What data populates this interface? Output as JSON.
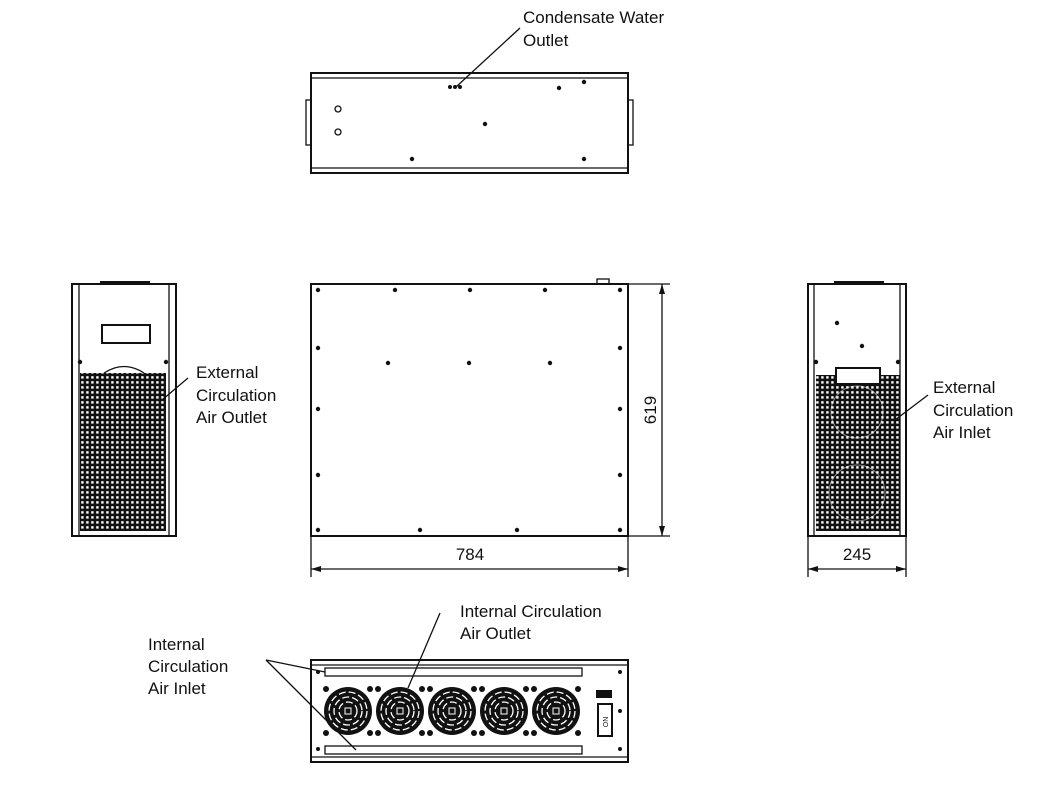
{
  "labels": {
    "condensate": [
      "Condensate    Water",
      "Outlet"
    ],
    "ext_outlet": [
      "External",
      "Circulation",
      "Air Outlet"
    ],
    "ext_inlet": [
      "External",
      "Circulation",
      "Air Inlet"
    ],
    "int_outlet": [
      "Internal    Circulation",
      "Air Outlet"
    ],
    "int_inlet": [
      "Internal",
      "Circulation",
      "Air Inlet"
    ]
  },
  "dimensions": {
    "width": "784",
    "height": "619",
    "depth": "245"
  },
  "fan_count": 5
}
